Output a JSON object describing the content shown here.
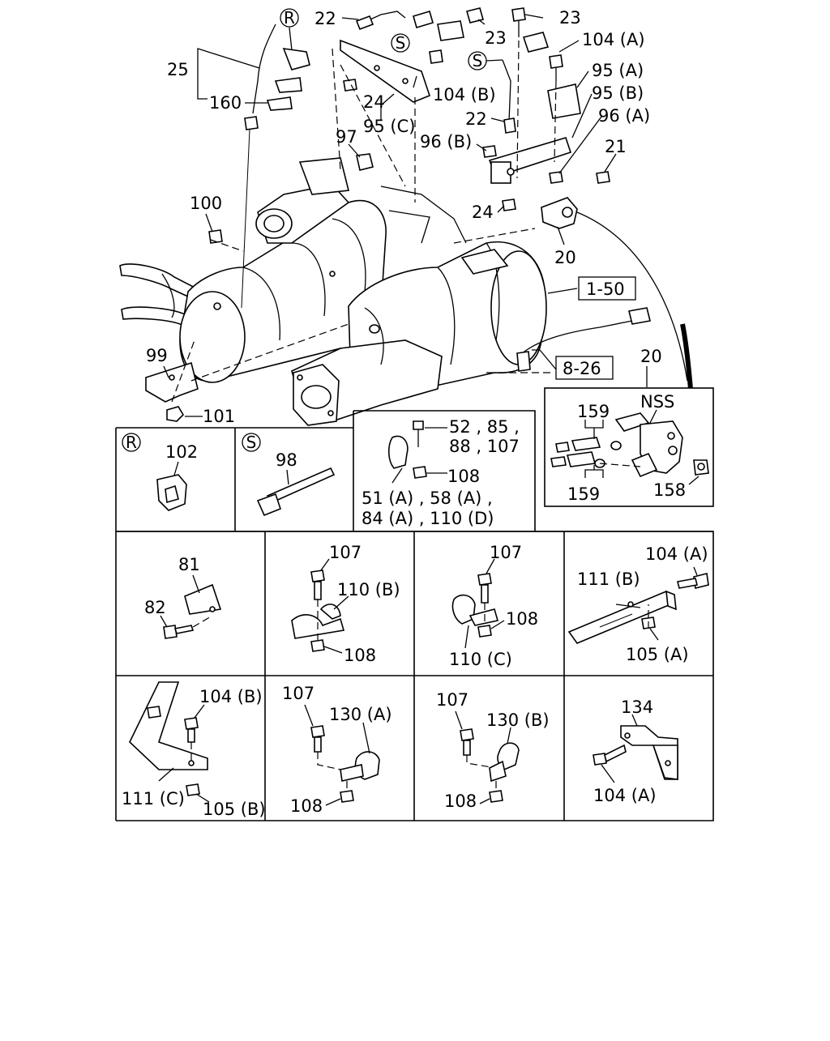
{
  "main": {
    "labels": {
      "r_mark": "R",
      "s_mark1": "S",
      "s_mark2": "S",
      "l22a": "22",
      "l23a": "23",
      "l23b": "23",
      "l104a_top": "104 (A)",
      "l25": "25",
      "l160": "160",
      "l24a": "24",
      "l104b_top": "104 (B)",
      "l95c": "95 (C)",
      "l95a": "95 (A)",
      "l95b": "95 (B)",
      "l96a": "96 (A)",
      "l22b": "22",
      "l96b": "96 (B)",
      "l97": "97",
      "l21": "21",
      "l100": "100",
      "l24b": "24",
      "l20a": "20",
      "l150": "1-50",
      "l826": "8-26",
      "l99": "99",
      "l101": "101",
      "l20b": "20"
    }
  },
  "inset_nss": {
    "title": "NSS",
    "l159a": "159",
    "l159b": "159",
    "l158": "158"
  },
  "panel_r": {
    "mark": "R",
    "part": "102"
  },
  "panel_s": {
    "mark": "S",
    "part": "98"
  },
  "panel_clamp": {
    "bolts_line1": "52 , 85 ,",
    "bolts_line2": "88 , 107",
    "nut": "108",
    "parts_line1": "51 (A) , 58 (A) ,",
    "parts_line2": "84 (A) , 110 (D)"
  },
  "grid": {
    "c1": {
      "a": "81",
      "b": "82"
    },
    "c2": {
      "a": "107",
      "b": "110 (B)",
      "c": "108"
    },
    "c3": {
      "a": "107",
      "b": "108",
      "c": "110 (C)"
    },
    "c4": {
      "a": "104 (A)",
      "b": "111 (B)",
      "c": "105 (A)"
    },
    "c5": {
      "a": "104 (B)",
      "b": "111 (C)",
      "c": "105 (B)"
    },
    "c6": {
      "a": "107",
      "b": "130 (A)",
      "c": "108"
    },
    "c7": {
      "a": "107",
      "b": "130 (B)",
      "c": "108"
    },
    "c8": {
      "a": "134",
      "b": "104 (A)"
    }
  }
}
